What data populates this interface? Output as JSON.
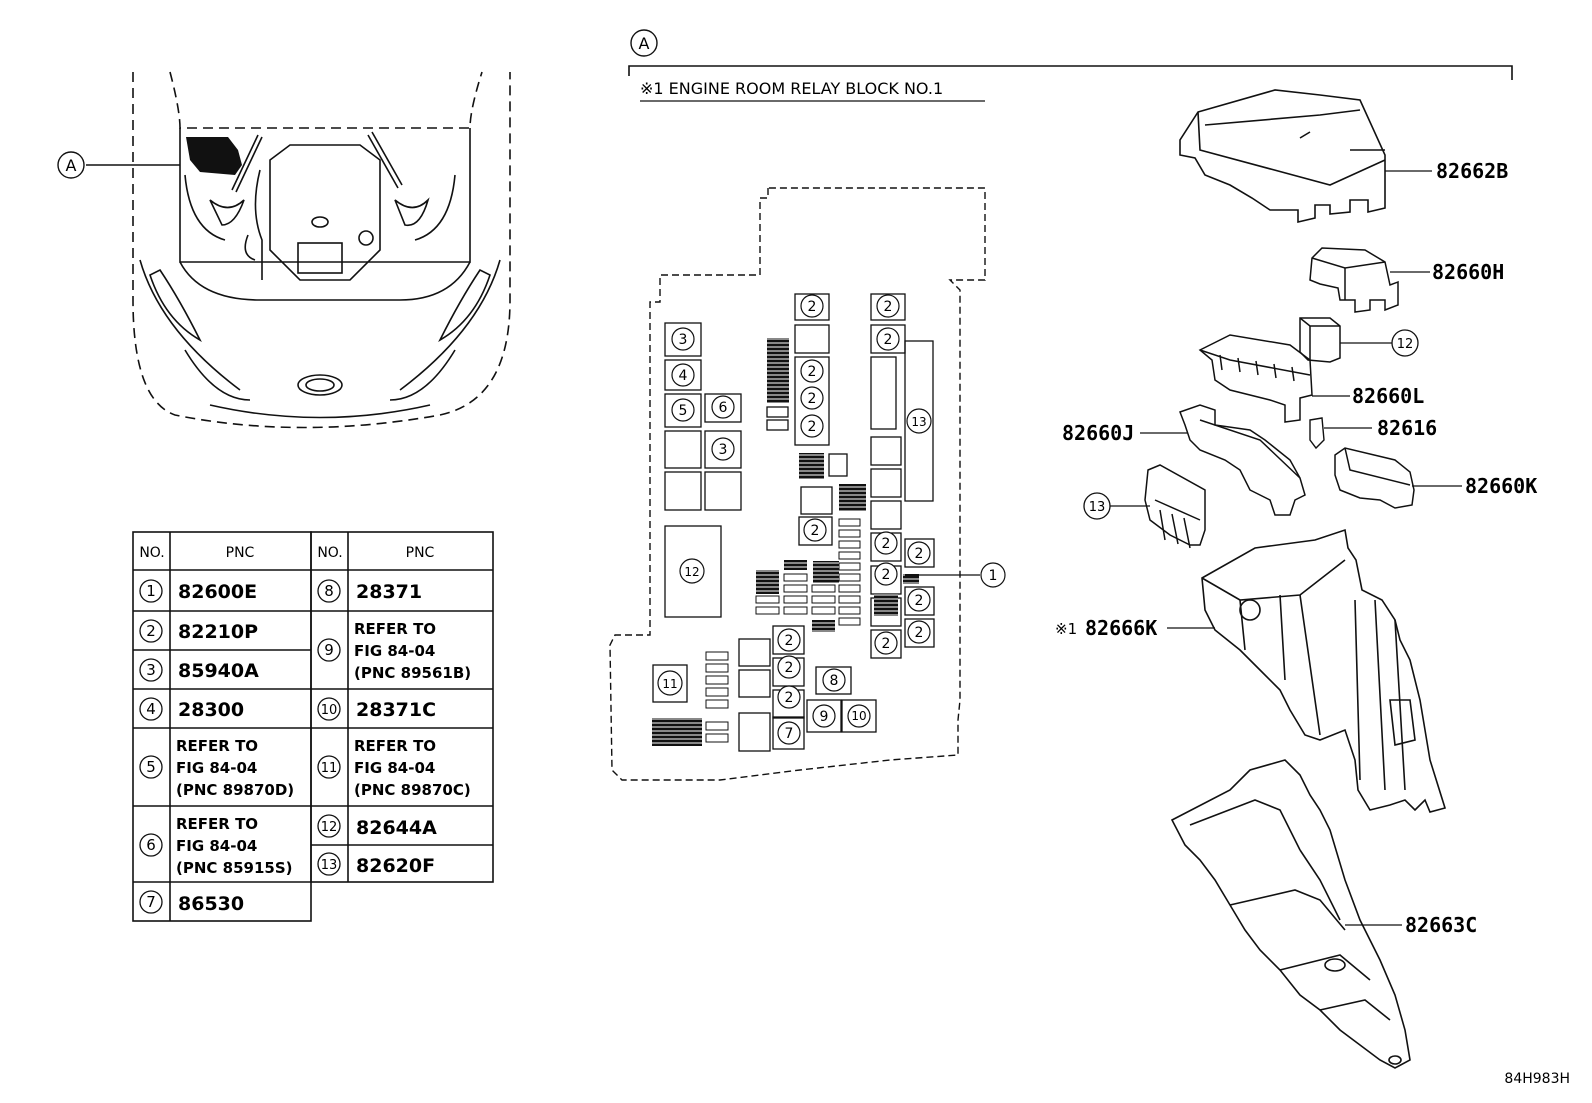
{
  "callout_a": "A",
  "section_title": "※1 ENGINE ROOM RELAY BLOCK NO.1",
  "figure_code": "84H983H",
  "table": {
    "hdr_no": "NO.",
    "hdr_pnc": "PNC",
    "rows": [
      {
        "no": "1",
        "lines": [
          "82600E"
        ]
      },
      {
        "no": "2",
        "lines": [
          "82210P"
        ]
      },
      {
        "no": "3",
        "lines": [
          "85940A"
        ]
      },
      {
        "no": "4",
        "lines": [
          "28300"
        ]
      },
      {
        "no": "5",
        "lines": [
          "REFER TO",
          "FIG 84-04",
          "(PNC 89870D)"
        ]
      },
      {
        "no": "6",
        "lines": [
          "REFER TO",
          "FIG 84-04",
          "(PNC 85915S)"
        ]
      },
      {
        "no": "7",
        "lines": [
          "86530"
        ]
      },
      {
        "no": "8",
        "lines": [
          "28371"
        ]
      },
      {
        "no": "9",
        "lines": [
          "REFER TO",
          "FIG 84-04",
          "(PNC 89561B)"
        ]
      },
      {
        "no": "10",
        "lines": [
          "28371C"
        ]
      },
      {
        "no": "11",
        "lines": [
          "REFER TO",
          "FIG 84-04",
          "(PNC 89870C)"
        ]
      },
      {
        "no": "12",
        "lines": [
          "82644A"
        ]
      },
      {
        "no": "13",
        "lines": [
          "82620F"
        ]
      }
    ]
  },
  "block_labels": {
    "n1": "1",
    "n2": "2",
    "n3": "3",
    "n4": "4",
    "n5": "5",
    "n6": "6",
    "n7": "7",
    "n8": "8",
    "n9": "9",
    "n10": "10",
    "n11": "11",
    "n12": "12",
    "n13": "13"
  },
  "parts": {
    "p82662B": "82662B",
    "p82660H": "82660H",
    "p12": "12",
    "p82660L": "82660L",
    "p82660J": "82660J",
    "p82616": "82616",
    "p82660K": "82660K",
    "p13": "13",
    "p82666K_mark": "※1",
    "p82666K": "82666K",
    "p82663C": "82663C"
  }
}
